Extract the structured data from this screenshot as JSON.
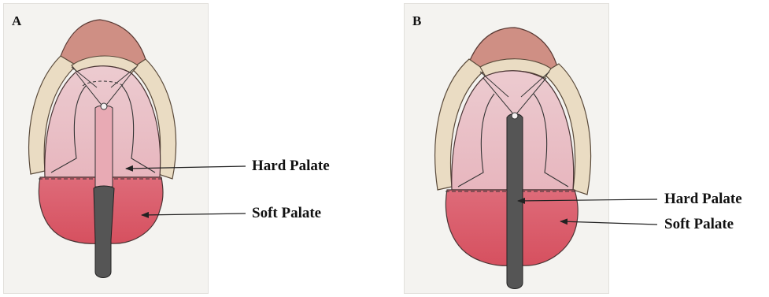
{
  "panels": [
    {
      "letter": "A",
      "labels": {
        "hard": "Hard Palate",
        "soft": "Soft Palate"
      }
    },
    {
      "letter": "B",
      "labels": {
        "hard": "Hard Palate",
        "soft": "Soft Palate"
      }
    }
  ]
}
